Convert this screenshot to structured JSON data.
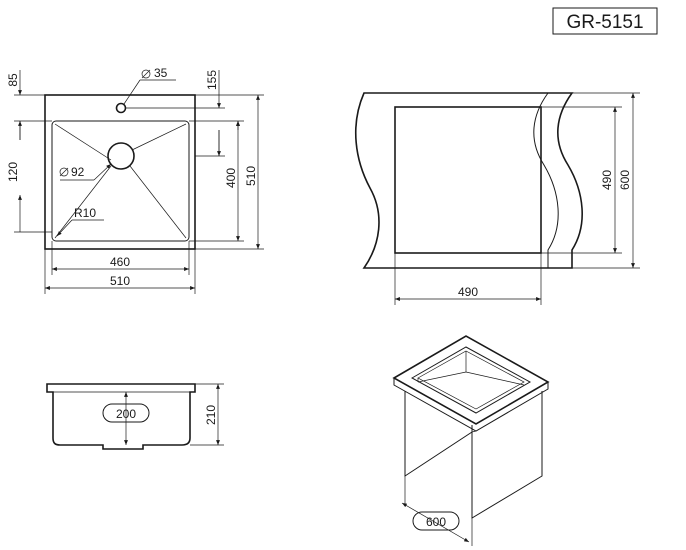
{
  "model": "GR-5151",
  "top_view": {
    "dim_85": "85",
    "dim_120": "120",
    "dim_155": "155",
    "dim_400": "400",
    "dim_510_side": "510",
    "dim_460": "460",
    "dim_510_bottom": "510",
    "tap_hole": "35",
    "drain": "92",
    "radius": "R10"
  },
  "cutout_view": {
    "dim_490_v": "490",
    "dim_600_v": "600",
    "dim_490_h": "490"
  },
  "section_view": {
    "depth_inner": "200",
    "depth_total": "210"
  },
  "iso_view": {
    "cabinet": "600"
  }
}
